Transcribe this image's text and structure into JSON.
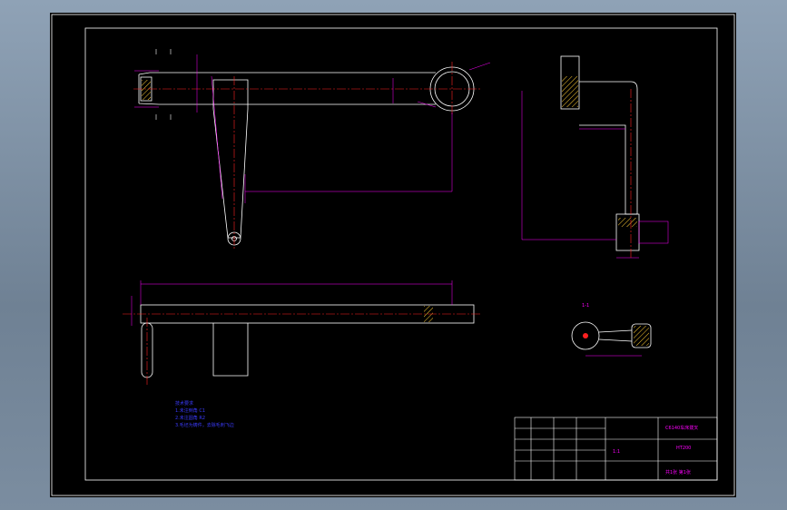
{
  "section_label": "1-1",
  "tech_notes": {
    "title": "技术要求",
    "line1": "1.未注倒角 C1",
    "line2": "2.未注圆角 R2",
    "line3": "3.毛坯为铸件，去除毛刺飞边"
  },
  "title_block": {
    "drawing_name": "C6140车床拨叉",
    "material": "HT200",
    "scale": "1:1",
    "sheet": "共1张 第1张"
  },
  "colors": {
    "outline": "#ffffff",
    "centerline": "#ff2020",
    "dimension": "#ff00ff",
    "hatch": "#ffcc33",
    "note": "#3b3bff",
    "frame": "#ffffff"
  }
}
